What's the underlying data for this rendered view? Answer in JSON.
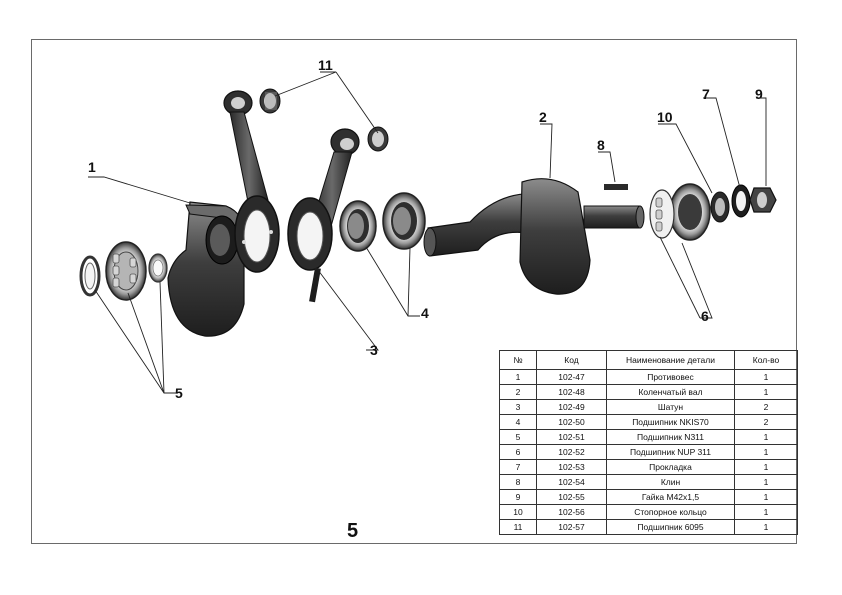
{
  "callouts": [
    "1",
    "2",
    "3",
    "4",
    "5",
    "6",
    "7",
    "8",
    "9",
    "10",
    "11"
  ],
  "sheet_number": "5",
  "table": {
    "headers": [
      "№",
      "Код",
      "Наименование детали",
      "Кол-во"
    ],
    "rows": [
      [
        "1",
        "102-47",
        "Противовес",
        "1"
      ],
      [
        "2",
        "102-48",
        "Коленчатый вал",
        "1"
      ],
      [
        "3",
        "102-49",
        "Шатун",
        "2"
      ],
      [
        "4",
        "102-50",
        "Подшипник NKIS70",
        "2"
      ],
      [
        "5",
        "102-51",
        "Подшипник N311",
        "1"
      ],
      [
        "6",
        "102-52",
        "Подшипник NUP 311",
        "1"
      ],
      [
        "7",
        "102-53",
        "Прокладка",
        "1"
      ],
      [
        "8",
        "102-54",
        "Клин",
        "1"
      ],
      [
        "9",
        "102-55",
        "Гайка M42x1,5",
        "1"
      ],
      [
        "10",
        "102-56",
        "Стопорное кольцо",
        "1"
      ],
      [
        "11",
        "102-57",
        "Подшипник 6095",
        "1"
      ]
    ]
  }
}
